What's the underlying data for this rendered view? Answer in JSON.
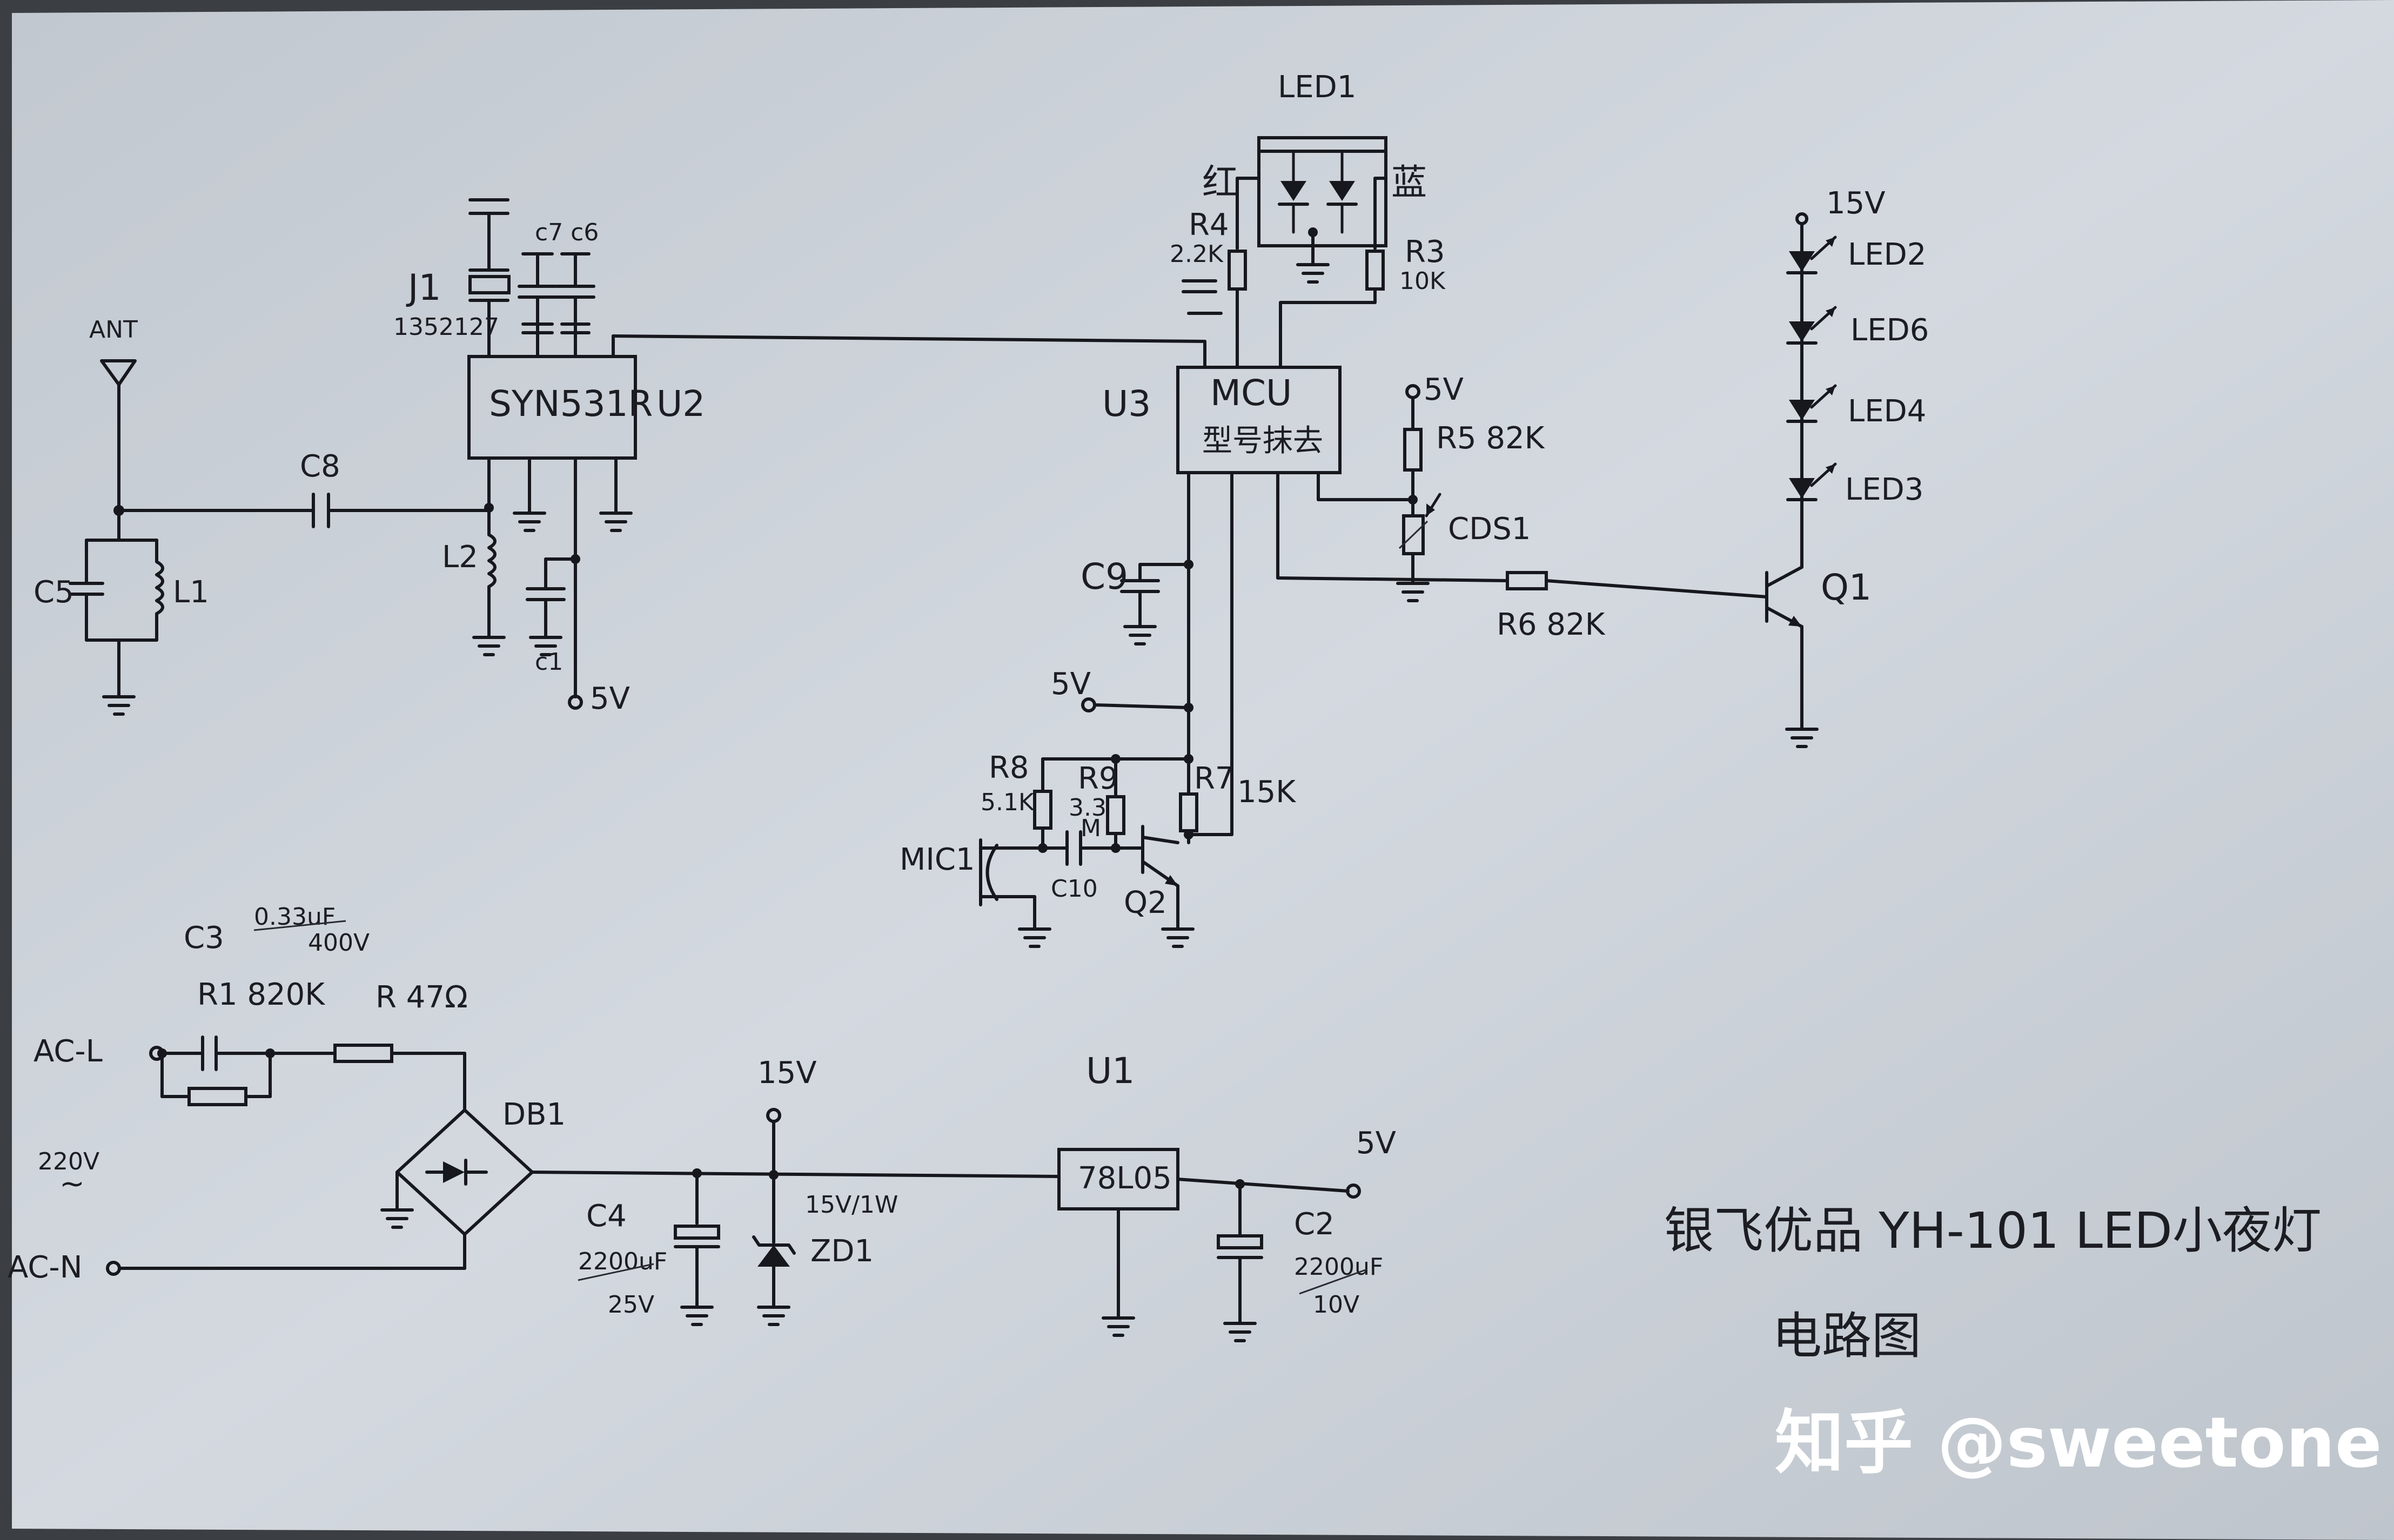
{
  "labels": {
    "ant": "ANT",
    "c5": "C5",
    "l1": "L1",
    "c8": "C8",
    "j1": "J1",
    "j1_freq": "1352127",
    "c7c6": "c7 c6",
    "u2_chip": "SYN531R",
    "u2": "U2",
    "l2": "L2",
    "c1": "c1",
    "u2_5v": "5V",
    "led1": "LED1",
    "red": "红",
    "blue": "蓝",
    "r4": "R4",
    "r4_val": "2.2K",
    "r3": "R3",
    "r3_val": "10K",
    "u3": "U3",
    "mcu": "MCU",
    "mcu_sub": "型号抹去",
    "r5_5v": "5V",
    "r5": "R5  82K",
    "cds1": "CDS1",
    "c9": "C9",
    "v5_mid": "5V",
    "r6": "R6  82K",
    "q1": "Q1",
    "v15_top": "15V",
    "led2": "LED2",
    "led6": "LED6",
    "led4": "LED4",
    "led3": "LED3",
    "r8": "R8",
    "r8_val": "5.1K",
    "r9": "R9",
    "r9_val": "3.3",
    "r9_unit": "M",
    "r7": "R7",
    "r7_val": "15K",
    "mic1": "MIC1",
    "c10": "C10",
    "q2": "Q2",
    "c3": "C3",
    "c3_val": "0.33uF",
    "c3_volt": "400V",
    "r1": "R1  820K",
    "r": "R  47Ω",
    "acl": "AC-L",
    "acn": "AC-N",
    "ac_volt": "220V",
    "ac_tilde": "~",
    "db1": "DB1",
    "v15_mid": "15V",
    "u1": "U1",
    "reg": "78L05",
    "v5_out": "5V",
    "c4": "C4",
    "c4_val": "2200uF",
    "c4_volt": "25V",
    "zd1": "ZD1",
    "zd1_val": "15V/1W",
    "c2": "C2",
    "c2_val": "2200uF",
    "c2_volt": "10V"
  },
  "title": {
    "line1": "银飞优品   YH-101  LED小夜灯",
    "line2": "电路图"
  },
  "watermark": "知乎 @sweetone",
  "colors": {
    "ink": "#17181d",
    "paper": "#cfd5db"
  }
}
